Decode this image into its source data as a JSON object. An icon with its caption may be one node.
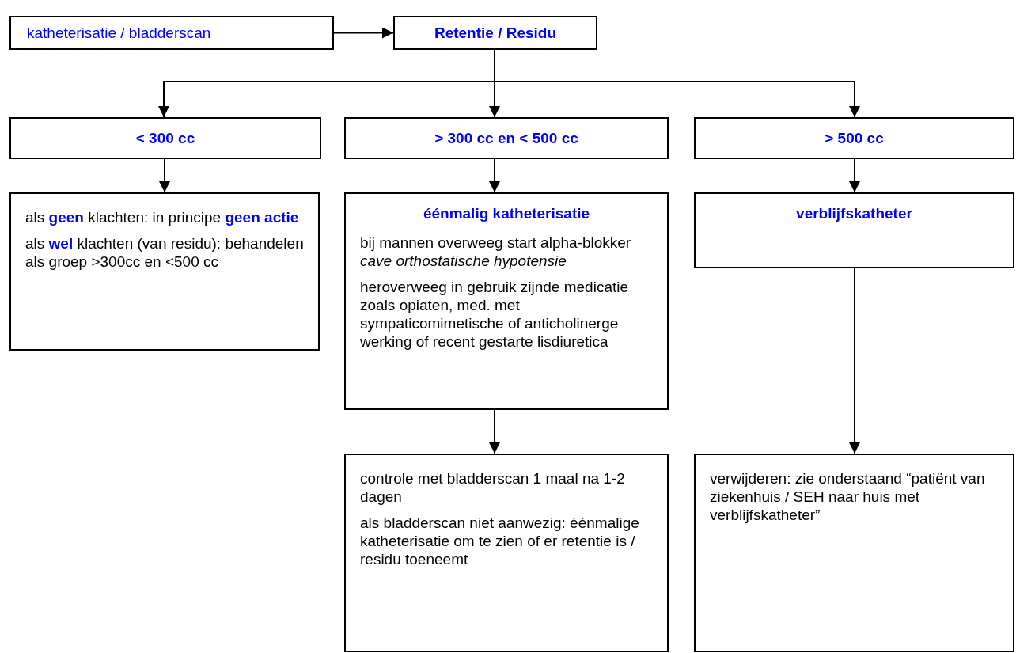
{
  "diagram": {
    "nodes": [
      {
        "text": [
          "katheterisatie / bladderscan"
        ]
      },
      {
        "text": [
          "Retentie / Residu"
        ]
      },
      {
        "text": [
          "< 300 cc"
        ]
      },
      {
        "text": [
          ">  300 cc en < 500 cc"
        ]
      },
      {
        "text": [
          ">  500 cc"
        ]
      },
      {
        "text": [
          "als **geen** klachten: in principe **geen actie**",
          "als **wel** klachten (van residu): behandelen als groep >300cc en <500 cc"
        ]
      },
      {
        "text": [
          "éénmalig katheterisatie",
          "bij mannen overweeg start alpha-blokker *cave orthostatische hypotensie*",
          "heroverweeg in gebruik zijnde medicatie zoals opiaten, med. met sympaticomimetische of anticholinerge werking of recent gestarte lisdiuretica"
        ]
      },
      {
        "text": [
          "verblijfskatheter"
        ]
      },
      {
        "text": [
          "controle met bladderscan 1 maal na 1-2 dagen",
          "als bladderscan niet aanwezig: éénmalige katheterisatie om te zien of er retentie is / residu toeneemt"
        ]
      },
      {
        "text": [
          "verwijderen: zie onderstaand “patiënt van ziekenhuis / SEH naar huis met verblijfskatheter”"
        ]
      }
    ],
    "edges": [
      {
        "from": 0,
        "to": 1,
        "arrow": "to"
      },
      {
        "from": 1,
        "to": 2,
        "arrow": "to"
      },
      {
        "from": 1,
        "to": 3,
        "arrow": "to"
      },
      {
        "from": 1,
        "to": 4,
        "arrow": "to"
      },
      {
        "from": 2,
        "to": 5,
        "arrow": "to"
      },
      {
        "from": 3,
        "to": 6,
        "arrow": "to"
      },
      {
        "from": 4,
        "to": 7,
        "arrow": "to"
      },
      {
        "from": 6,
        "to": 8,
        "arrow": "to"
      },
      {
        "from": 7,
        "to": 9,
        "arrow": "to"
      }
    ]
  }
}
